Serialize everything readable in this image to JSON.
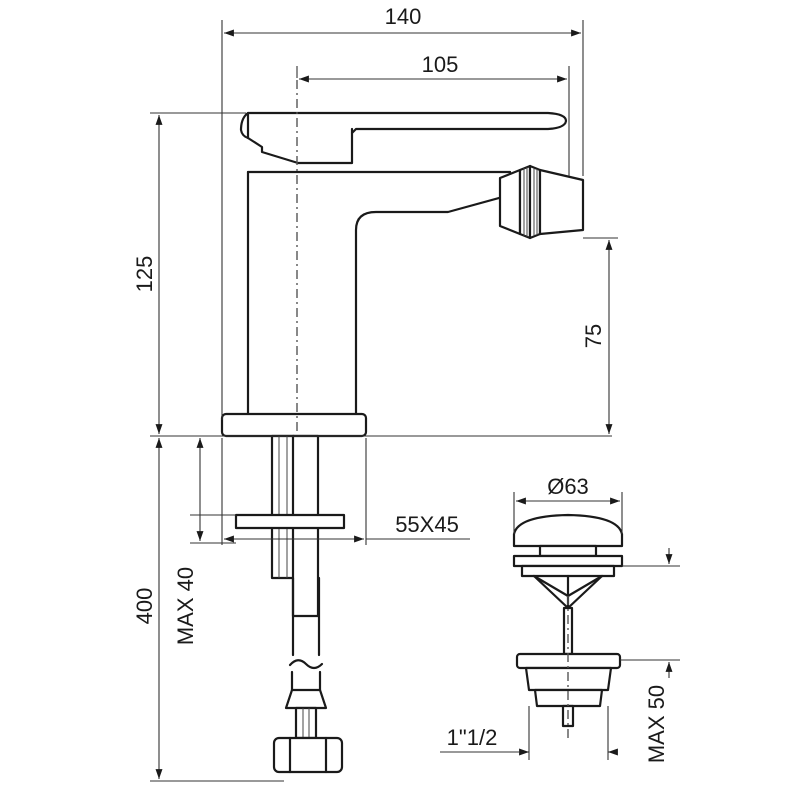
{
  "dimensions": {
    "overall_width": "140",
    "spout_reach": "105",
    "body_height": "125",
    "nozzle_height": "75",
    "tail_length": "400",
    "max_deck_thickness": "MAX 40",
    "washer_size": "55X45",
    "waste_diameter": "Ø63",
    "waste_thread": "1\"1/2",
    "max_waste_thickness": "MAX 50"
  },
  "colors": {
    "line": "#1a1a1a",
    "background": "#ffffff"
  }
}
